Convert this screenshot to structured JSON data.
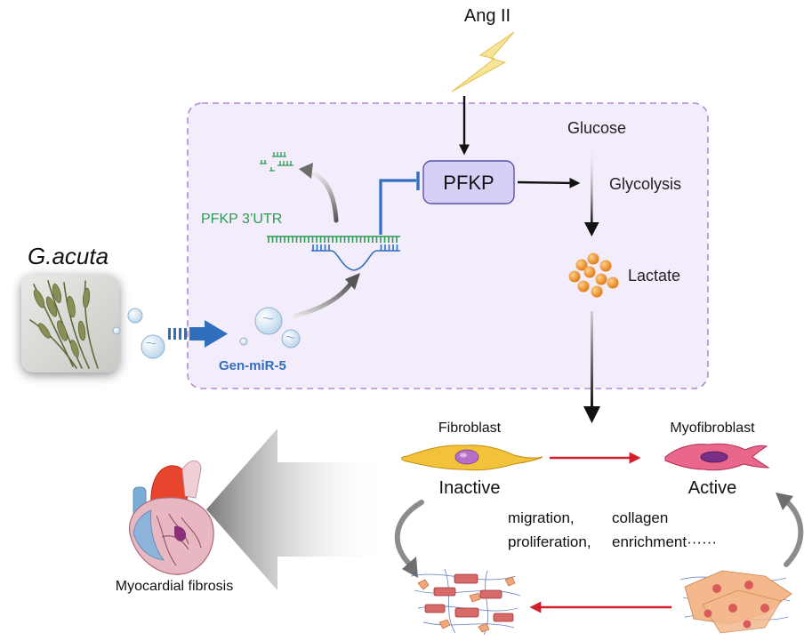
{
  "labels": {
    "ang_ii": "Ang II",
    "pfkp": "PFKP",
    "glucose": "Glucose",
    "glycolysis": "Glycolysis",
    "lactate": "Lactate",
    "pfkp_utr": "PFKP 3’UTR",
    "species": "G.acuta",
    "mirna": "Gen-miR-5",
    "fibroblast": "Fibroblast",
    "myofibroblast": "Myofibroblast",
    "inactive": "Inactive",
    "active": "Active",
    "process_col1_line1": "migration,",
    "process_col1_line2": "proliferation,",
    "process_col2_line1": "collagen",
    "process_col2_line2": "enrichment······",
    "outcome": "Myocardial fibrosis"
  },
  "colors": {
    "box_fill": "#f3ecfb",
    "box_border": "#b48ad8",
    "pfkp_fill": "#d6d0f7",
    "pfkp_border": "#5a52a8",
    "mrna": "#2e9a52",
    "mirna": "#2f6fbd",
    "inhibit": "#2f6fbd",
    "lactate": "#ee8a1c",
    "red_arrow": "#d21f2a",
    "species_text": "#111111"
  },
  "icons": {
    "lightning": "lightning-icon",
    "heart": "heart-icon",
    "plant": "plant-photo",
    "fibroblast": "fibroblast-cell-icon",
    "myofibroblast": "myofibroblast-cell-icon"
  }
}
